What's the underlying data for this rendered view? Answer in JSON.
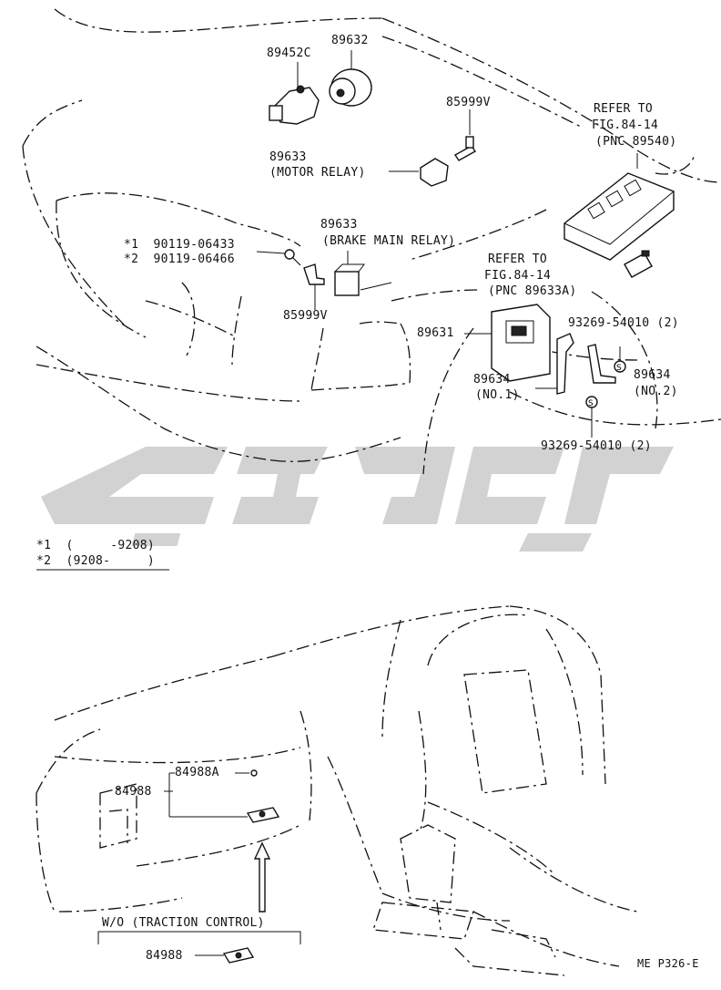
{
  "labels": {
    "p89452c": "89452C",
    "p89632": "89632",
    "p85999v_top": "85999V",
    "refer1_line1": "REFER TO",
    "refer1_line2": "FIG.84-14",
    "refer1_line3": "(PNC 89540)",
    "p89633_motor": "89633",
    "motor_relay": "(MOTOR RELAY)",
    "p89633_brake": "89633",
    "brake_main_relay": "(BRAKE MAIN RELAY)",
    "star1_part": "*1  90119-06433",
    "star2_part": "*2  90119-06466",
    "refer2_line1": "REFER TO",
    "refer2_line2": "FIG.84-14",
    "refer2_line3": "(PNC 89633A)",
    "p85999v_mid": "85999V",
    "p89631": "89631",
    "p93269_a": "93269-54010 (2)",
    "p89634_no1": "89634",
    "no1": "(NO.1)",
    "p89634_no2": "89634",
    "no2": "(NO.2)",
    "p93269_b": "93269-54010 (2)",
    "note1": "*1  (     -9208)",
    "note2": "*2  (9208-     )",
    "p84988a": "84988A",
    "p84988": "84988",
    "wo_traction": "W/O (TRACTION CONTROL)",
    "p84988_wo": "84988",
    "sheet_code": "ME P326-E"
  },
  "icons": {
    "screw": "screw-icon",
    "s_washer": "s-marked-washer-icon"
  }
}
